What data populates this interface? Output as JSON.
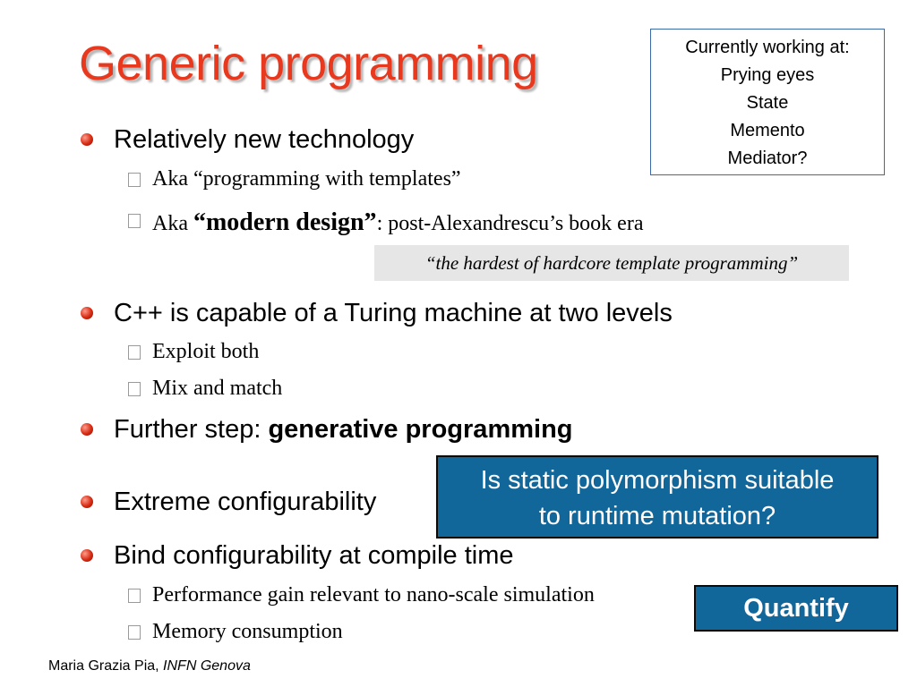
{
  "slide": {
    "title": "Generic programming",
    "working_box": {
      "heading": "Currently working at:",
      "items": [
        "Prying eyes",
        "State",
        "Memento",
        "Mediator?"
      ]
    },
    "bullets": [
      {
        "text": "Relatively new technology",
        "sub": [
          {
            "text": "Aka “programming with templates”"
          },
          {
            "prefix": "Aka ",
            "bold": "“modern design”",
            "suffix": ": post-Alexandrescu’s book era"
          }
        ]
      },
      {
        "text": "C++ is capable of a Turing machine at two levels",
        "sub": [
          {
            "text": "Exploit both"
          },
          {
            "text": "Mix and match"
          }
        ]
      },
      {
        "prefix": "Further step: ",
        "bold": "generative programming"
      },
      {
        "text": "Extreme configurability"
      },
      {
        "text": "Bind configurability at compile time",
        "sub": [
          {
            "text": "Performance gain relevant to nano-scale simulation"
          },
          {
            "text": "Memory consumption"
          }
        ]
      }
    ],
    "quote": "“the hardest of hardcore template programming”",
    "question_box": {
      "line1": "Is static polymorphism suitable",
      "line2": "to runtime mutation?"
    },
    "quantify": "Quantify",
    "footer": {
      "author": "Maria Grazia Pia, ",
      "institution": "INFN Genova"
    },
    "colors": {
      "title": "#e8381e",
      "box_blue": "#11669a",
      "bullet_red": "#d62a12",
      "quote_bg": "#e6e6e6"
    }
  }
}
